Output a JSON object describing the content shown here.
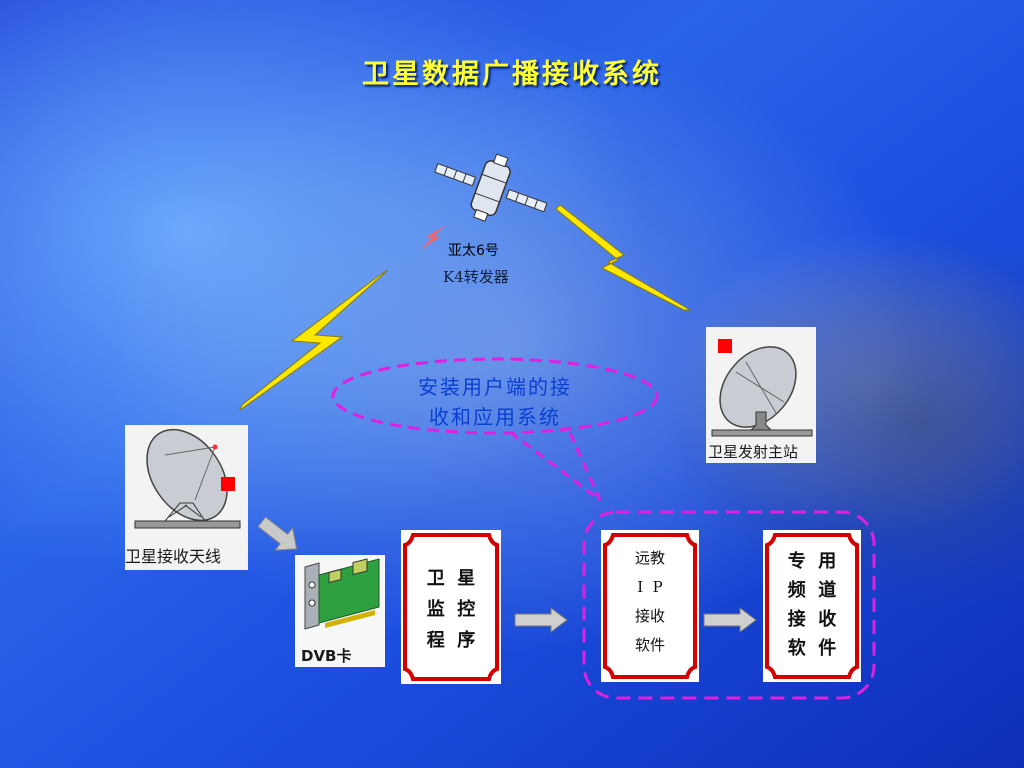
{
  "title": "卫星数据广播接收系统",
  "satellite": {
    "label_line1": "亚太6号",
    "label_line2": "K4转发器"
  },
  "receive_dish": {
    "caption": "卫星接收天线"
  },
  "transmit_dish": {
    "caption": "卫星发射主站"
  },
  "dvb_card": {
    "caption": "DVB卡"
  },
  "bubble": {
    "line1": "安装用户端的接",
    "line2": "收和应用系统"
  },
  "cards": {
    "monitor": {
      "row1": [
        "卫",
        "星"
      ],
      "row2": [
        "监",
        "控"
      ],
      "row3": [
        "程",
        "序"
      ]
    },
    "ip_receive": {
      "line1": "远教",
      "line2": "I  P",
      "line3": "接收",
      "line4": "软件"
    },
    "channel": {
      "row1": [
        "专",
        "用"
      ],
      "row2": [
        "频",
        "道"
      ],
      "row3": [
        "接",
        "收"
      ],
      "row4": [
        "软",
        "件"
      ]
    }
  },
  "colors": {
    "title": "#FFFF33",
    "lightning": "#FFE800",
    "dashed": "#E020E0",
    "card_border": "#D40000",
    "marker": "#FF0000"
  },
  "icons": [
    "satellite-icon",
    "satellite-dish-icon",
    "dvb-card-icon",
    "arrow-right-icon",
    "lightning-icon"
  ]
}
